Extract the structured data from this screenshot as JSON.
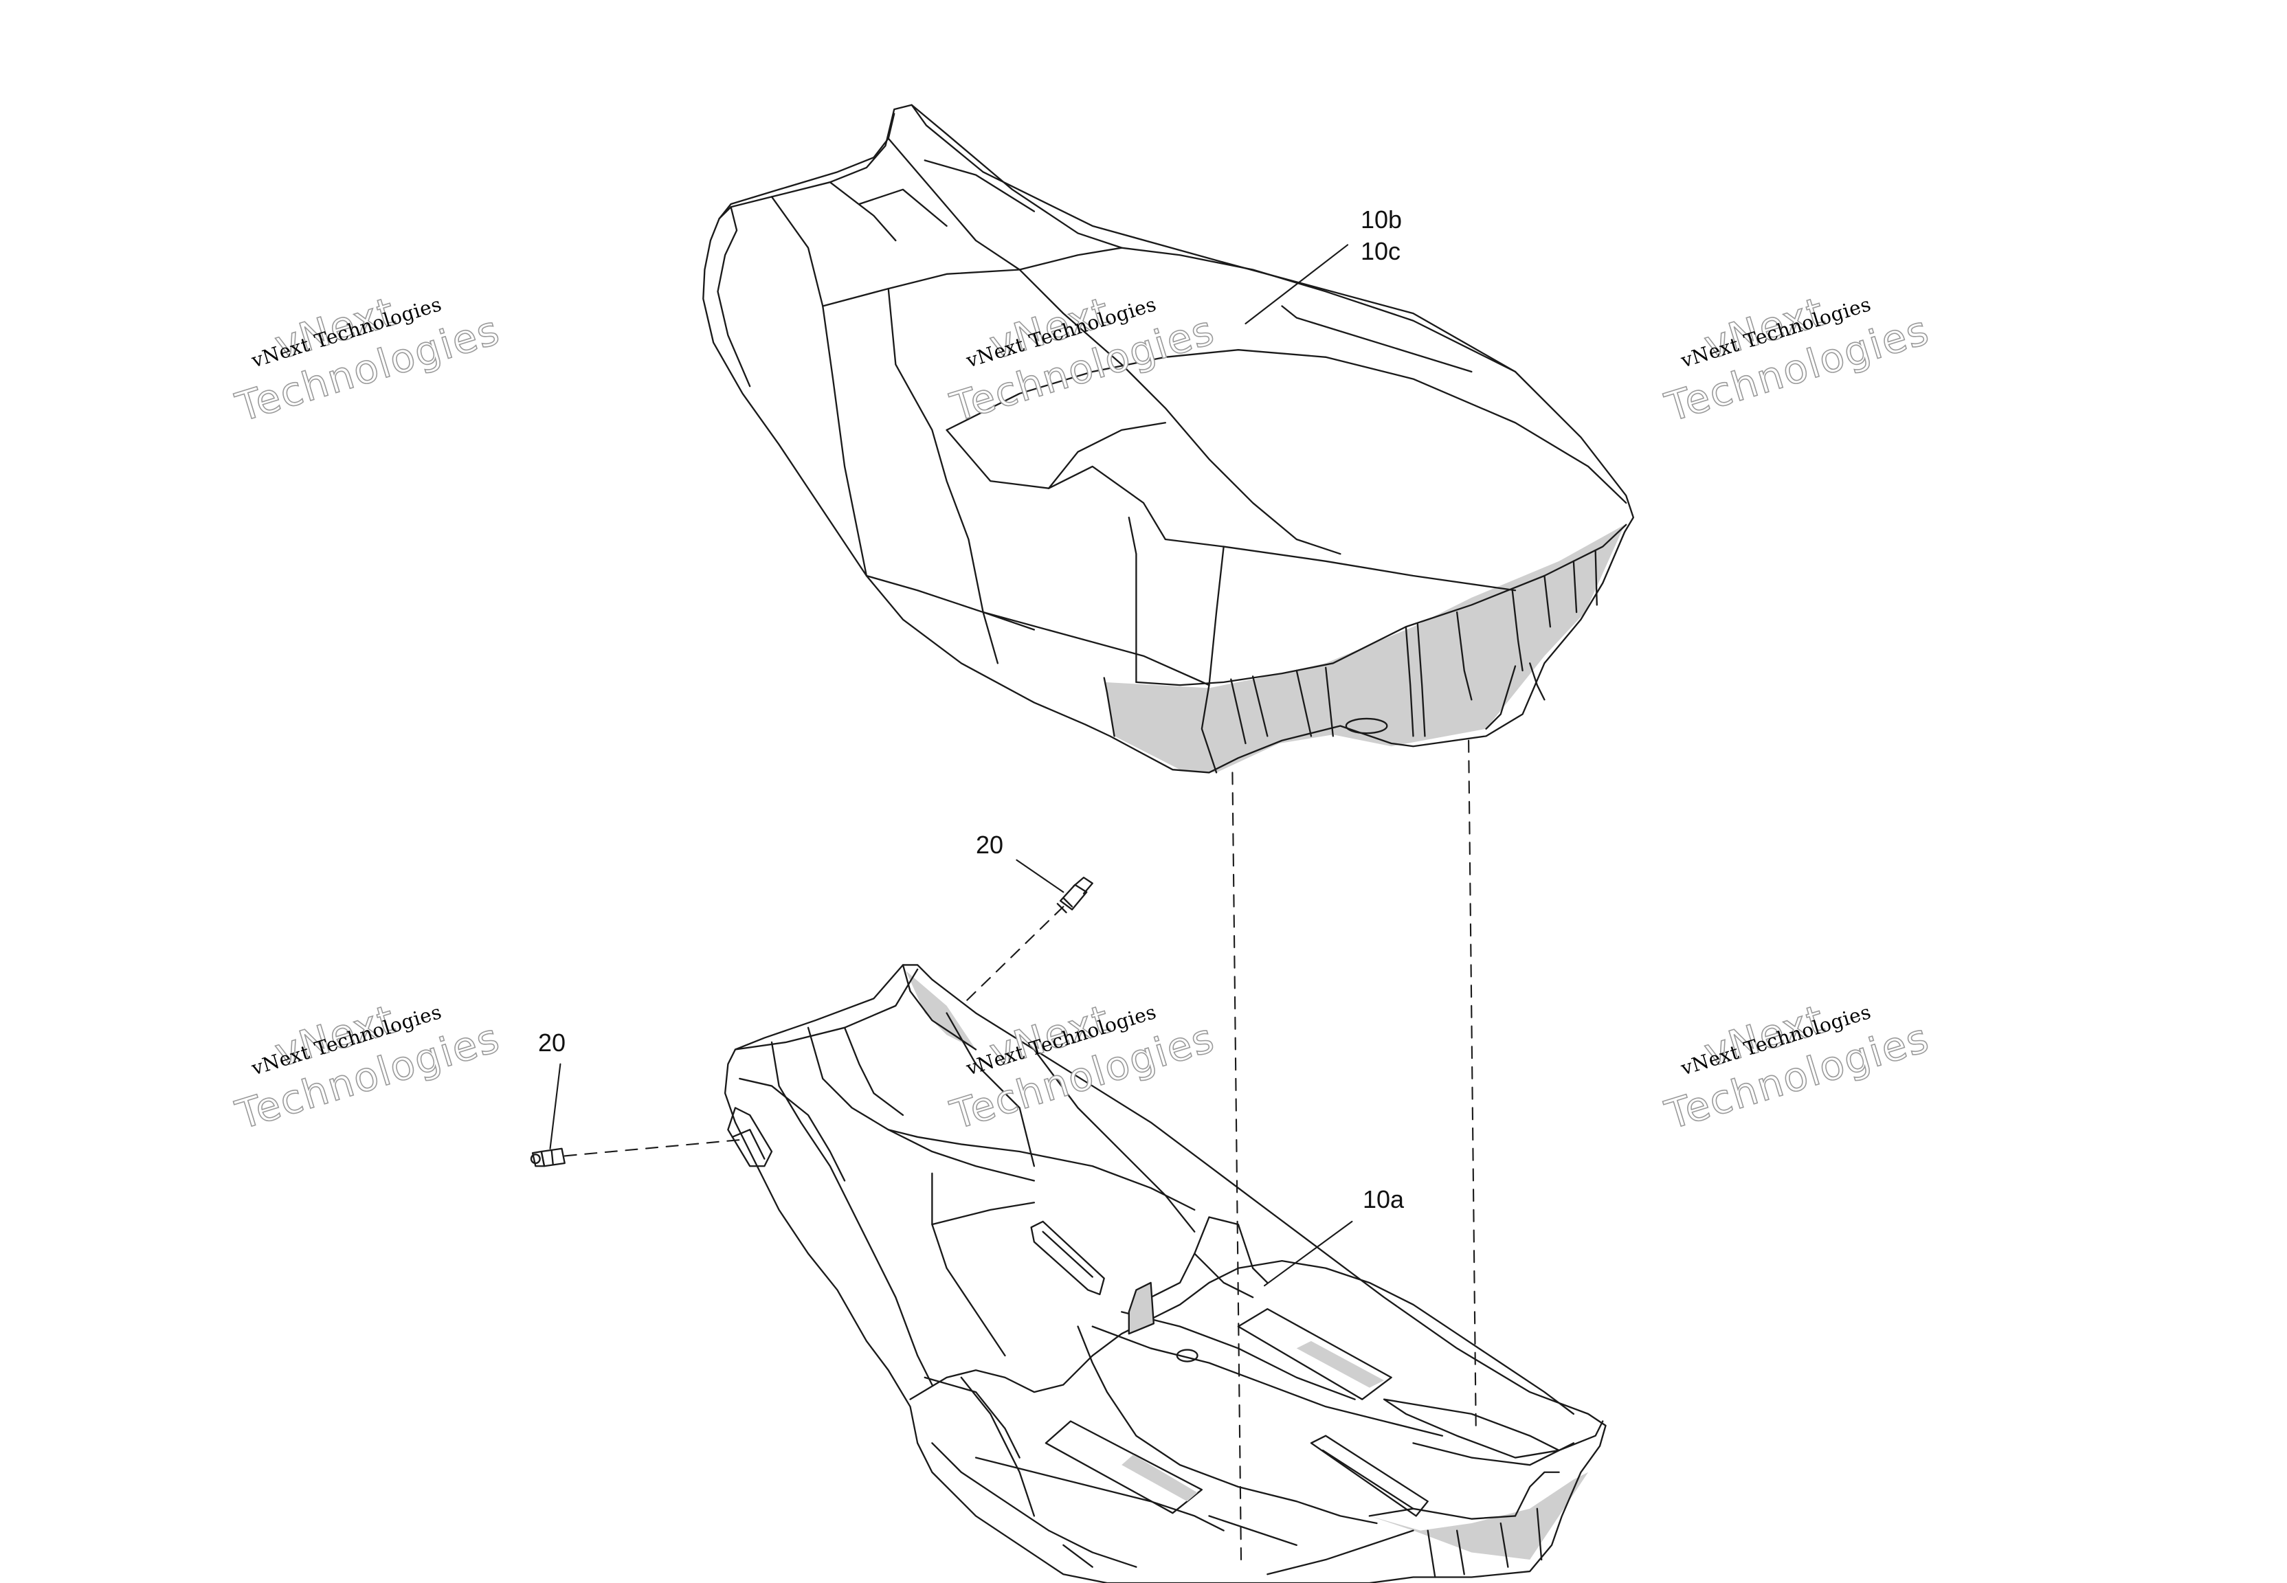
{
  "callouts": {
    "c_10b": "10b",
    "c_10c": "10c",
    "c_20_top": "20",
    "c_20_left": "20",
    "c_10a": "10a"
  },
  "watermark": {
    "line_small": "vNext Technologies",
    "big_top": "vNext",
    "big_bottom": "Technologies"
  },
  "colors": {
    "stroke": "#1a1a1a",
    "shade": "#cfcfcf",
    "background": "#ffffff"
  }
}
